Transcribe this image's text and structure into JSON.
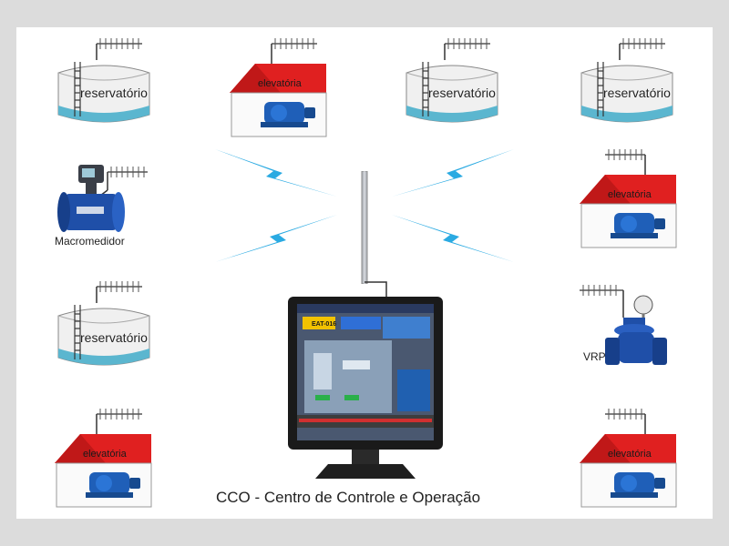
{
  "labels": {
    "reservoir": "reservatório",
    "pump_station": "elevatória",
    "flow_meter": "Macromedidor",
    "valve": "VRP",
    "caption": "CCO - Centro de Controle e Operação"
  },
  "monitor": {
    "screen_title": "EAT-016"
  },
  "colors": {
    "roof_red": "#e02020",
    "tank_water": "#5bb6cf",
    "pump_blue": "#1f5fb8",
    "signal_blue": "#2aaae2",
    "monitor_black": "#1a1a1a"
  }
}
